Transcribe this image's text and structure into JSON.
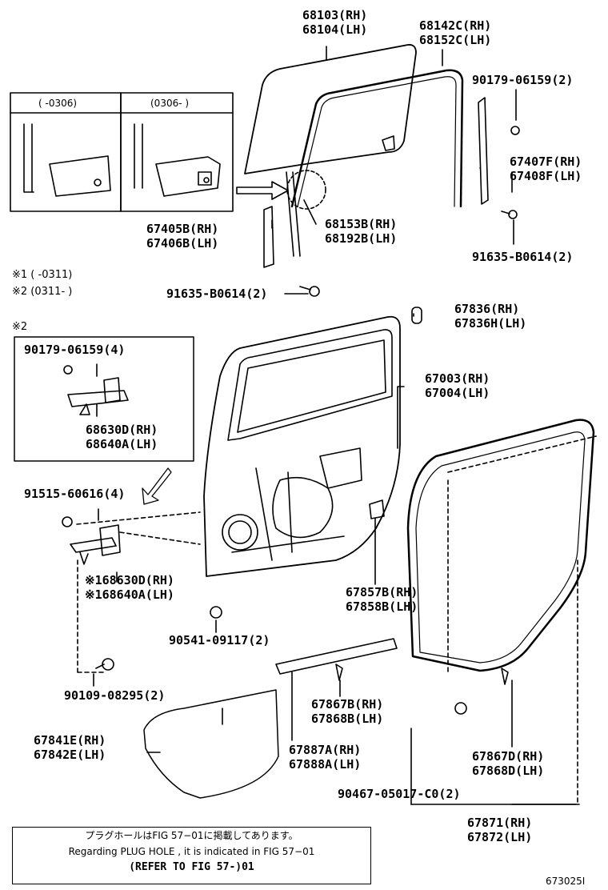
{
  "inset_left": {
    "label": "(     -0306)"
  },
  "inset_right": {
    "label": "(0306-    )"
  },
  "notes": {
    "n1": "※1 (      -0311)",
    "n2": "※2 (0311-      )",
    "n2_header": "※2"
  },
  "parts": {
    "p68103": [
      "68103(RH)",
      "68104(LH)"
    ],
    "p68142": [
      "68142C(RH)",
      "68152C(LH)"
    ],
    "p90179a": [
      "90179-06159(2)"
    ],
    "p67407": [
      "67407F(RH)",
      "67408F(LH)"
    ],
    "p67405": [
      "67405B(RH)",
      "67406B(LH)"
    ],
    "p68153": [
      "68153B(RH)",
      "68192B(LH)"
    ],
    "p91635b": [
      "91635-B0614(2)"
    ],
    "p91635a": [
      "91635-B0614(2)"
    ],
    "p67836": [
      "67836(RH)",
      "67836H(LH)"
    ],
    "p90179b": [
      "90179-06159(4)"
    ],
    "p68630": [
      "68630D(RH)",
      "68640A(LH)"
    ],
    "p67003": [
      "67003(RH)",
      "67004(LH)"
    ],
    "p91515": [
      "91515-60616(4)"
    ],
    "p168630": [
      "※168630D(RH)",
      "※168640A(LH)"
    ],
    "p67857": [
      "67857B(RH)",
      "67858B(LH)"
    ],
    "p90541": [
      "90541-09117(2)"
    ],
    "p90109": [
      "90109-08295(2)"
    ],
    "p67867b": [
      "67867B(RH)",
      "67868B(LH)"
    ],
    "p67841": [
      "67841E(RH)",
      "67842E(LH)"
    ],
    "p67887": [
      "67887A(RH)",
      "67888A(LH)"
    ],
    "p67867d": [
      "67867D(RH)",
      "67868D(LH)"
    ],
    "p90467": [
      "90467-05017-C0(2)"
    ],
    "p67871": [
      "67871(RH)",
      "67872(LH)"
    ]
  },
  "footer": {
    "jp": "プラグホールはFIG 57−01に掲載してあります。",
    "en": "Regarding  PLUG  HOLE , it is indicated in FIG  57−01",
    "ref": "(REFER TO FIG 57-)01",
    "code": "673025I"
  }
}
